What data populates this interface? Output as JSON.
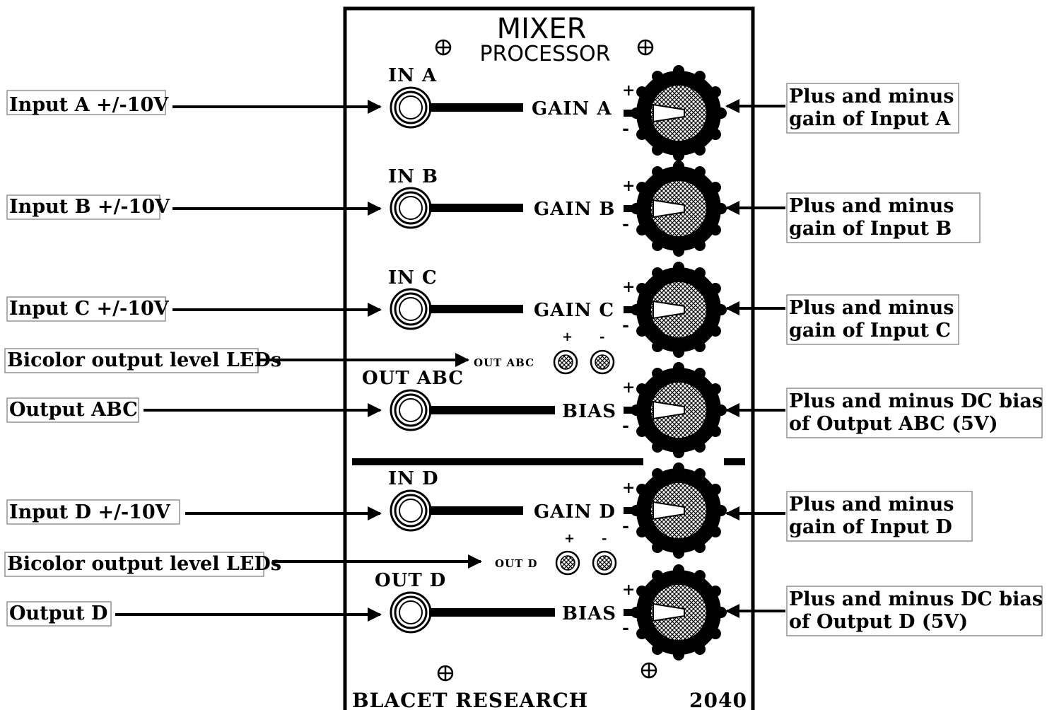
{
  "panel": {
    "title_line1": "MIXER",
    "title_line2": "PROCESSOR",
    "brand": "BLACET RESEARCH",
    "model": "2040",
    "channels": [
      {
        "jack": "IN A",
        "control": "GAIN A"
      },
      {
        "jack": "IN B",
        "control": "GAIN B"
      },
      {
        "jack": "IN C",
        "control": "GAIN C"
      },
      {
        "jack": "OUT ABC",
        "control": "BIAS"
      },
      {
        "jack": "IN D",
        "control": "GAIN D"
      },
      {
        "jack": "OUT D",
        "control": "BIAS"
      }
    ],
    "led_groups": [
      {
        "label": "OUT ABC",
        "plus": "+",
        "minus": "-"
      },
      {
        "label": "OUT D",
        "plus": "+",
        "minus": "-"
      }
    ],
    "knob_plus": "+",
    "knob_minus": "-"
  },
  "left_callouts": [
    {
      "text": "Input  A +/-10V"
    },
    {
      "text": "Input  B +/-10V"
    },
    {
      "text": "Input  C +/-10V"
    },
    {
      "text": "Bicolor output level LEDs"
    },
    {
      "text": "Output ABC"
    },
    {
      "text": "Input  D  +/-10V"
    },
    {
      "text": "Bicolor output level LEDs"
    },
    {
      "text": "Output D"
    }
  ],
  "right_callouts": [
    {
      "line1": "Plus and minus",
      "line2": "gain of Input A"
    },
    {
      "line1": "Plus and minus",
      "line2": "gain of Input B"
    },
    {
      "line1": "Plus and minus",
      "line2": "gain of Input C"
    },
    {
      "line1": "Plus and minus DC bias",
      "line2": "of Output ABC (5V)"
    },
    {
      "line1": "Plus and minus",
      "line2": "gain of Input D"
    },
    {
      "line1": "Plus and minus DC bias",
      "line2": "of Output D (5V)"
    }
  ]
}
